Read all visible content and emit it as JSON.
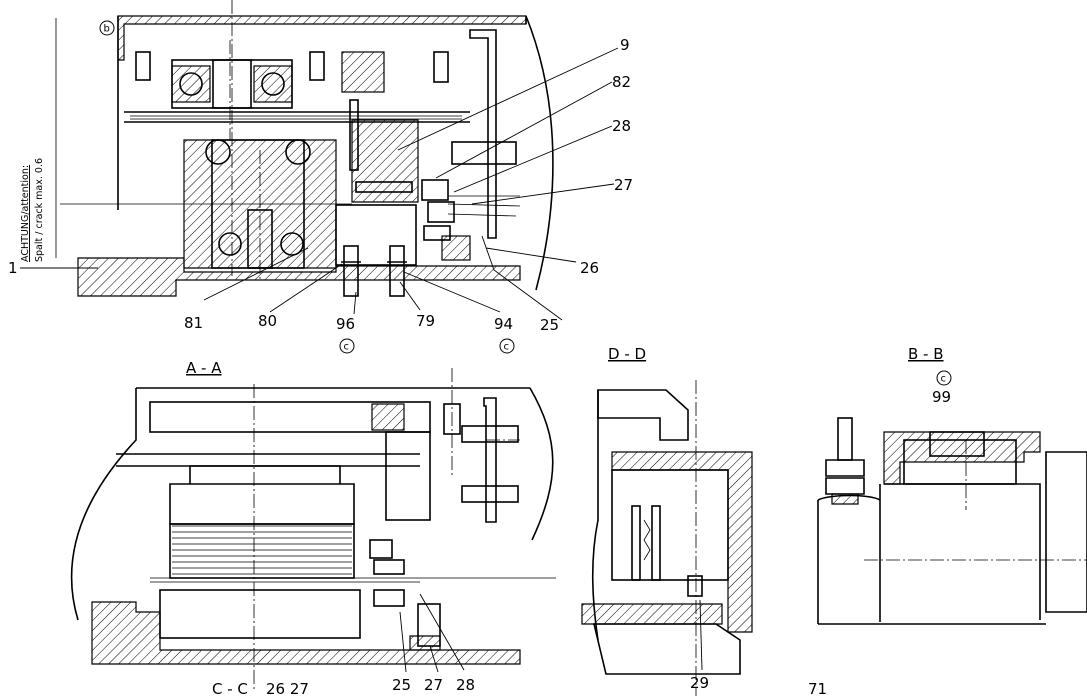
{
  "note": {
    "line1": "ACHTUNG/attention:",
    "line2": "Spalt / crack max. 0.6"
  },
  "views": {
    "aa": "A - A",
    "dd": "D - D",
    "bb": "B - B",
    "cc": "C - C"
  },
  "markers": {
    "b_top": "b",
    "c_96": "c",
    "c_94": "c",
    "c_bb": "c"
  },
  "labels": {
    "l1": "1",
    "l9": "9",
    "l82": "82",
    "l28_top": "28",
    "l27_top": "27",
    "l26_top": "26",
    "l25_top": "25",
    "l81": "81",
    "l80": "80",
    "l96": "96",
    "l79": "79",
    "l94": "94",
    "l99": "99",
    "l25_aa": "25",
    "l27_aa": "27",
    "l28_aa": "28",
    "l26_27_cc": "26 27",
    "l29": "29",
    "l71": "71"
  },
  "colors": {
    "line": "#000000",
    "background": "#ffffff"
  }
}
